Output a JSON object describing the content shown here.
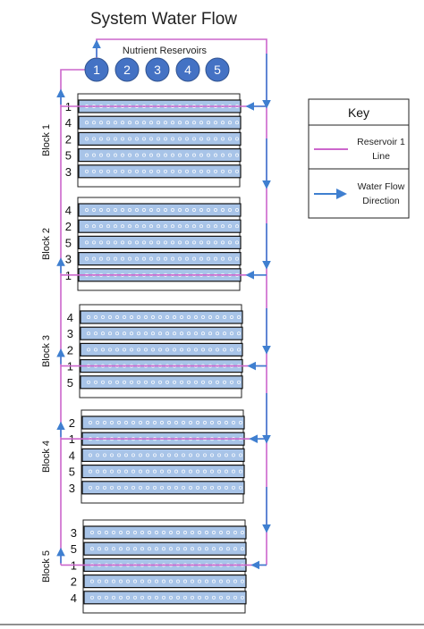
{
  "title": "System Water Flow",
  "reservoirs_label": "Nutrient Reservoirs",
  "reservoirs": [
    "1",
    "2",
    "3",
    "4",
    "5"
  ],
  "blocks": [
    {
      "label": "Block 1",
      "rows": [
        "1",
        "4",
        "2",
        "5",
        "3"
      ]
    },
    {
      "label": "Block 2",
      "rows": [
        "4",
        "2",
        "5",
        "3",
        "1"
      ]
    },
    {
      "label": "Block 3",
      "rows": [
        "4",
        "3",
        "2",
        "1",
        "5"
      ]
    },
    {
      "label": "Block 4",
      "rows": [
        "2",
        "1",
        "4",
        "5",
        "3"
      ]
    },
    {
      "label": "Block 5",
      "rows": [
        "3",
        "5",
        "1",
        "2",
        "4"
      ]
    }
  ],
  "key": {
    "title": "Key",
    "reservoir_line": [
      "Reservoir 1",
      "Line"
    ],
    "flow_direction": [
      "Water Flow",
      "Direction"
    ]
  },
  "colors": {
    "pink_line": "#cc66cc",
    "blue_arrow": "#3f7fd0",
    "reservoir_fill": "#4472c4",
    "row_fill": "#a8c4e8"
  }
}
